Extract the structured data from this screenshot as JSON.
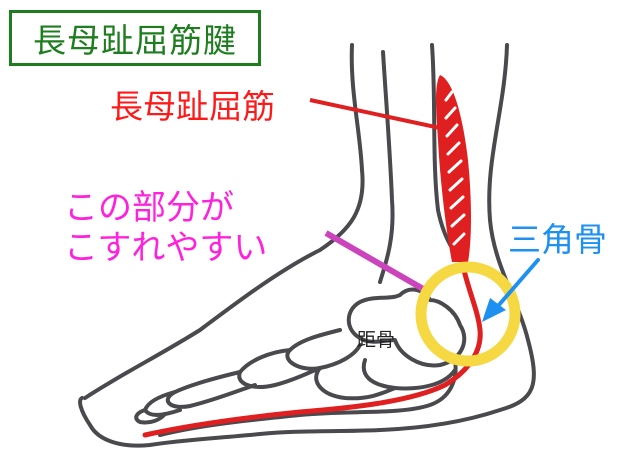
{
  "title": "長母趾屈筋腱",
  "labels": {
    "muscle": "長母趾屈筋",
    "rub_line1": "この部分が",
    "rub_line2": "こすれやすい",
    "os_trigonum": "三角骨",
    "talus": "距骨"
  },
  "colors": {
    "title": "#1e7d1e",
    "muscle": "#e02020",
    "rub": "#ff22dd",
    "rub_pointer": "#cc44bb",
    "os_trigonum": "#1e90f0",
    "highlight_ring": "#f5d842",
    "outline": "#4a4a4e"
  }
}
